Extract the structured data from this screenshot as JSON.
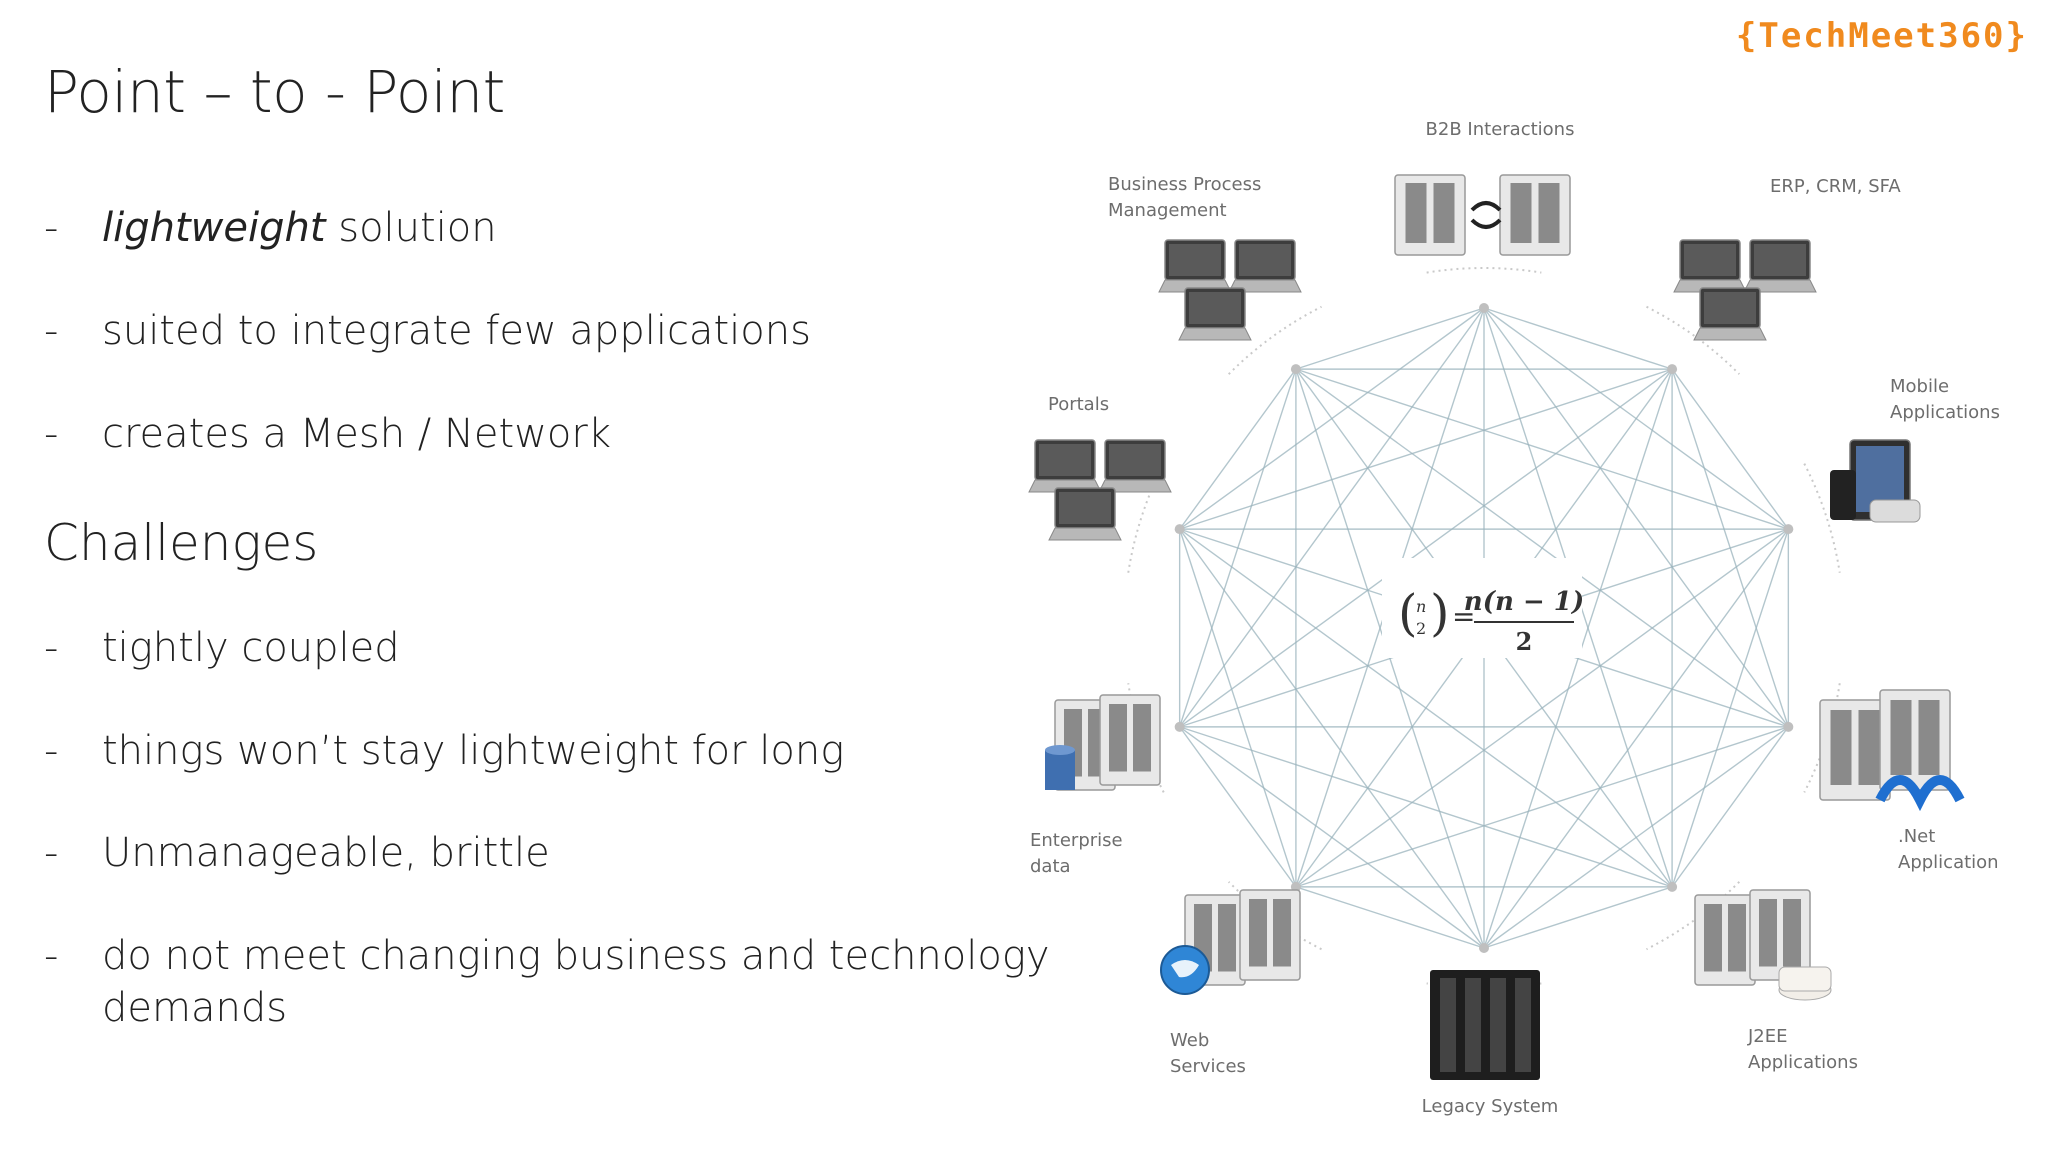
{
  "slide": {
    "title": "Point – to - Point",
    "logo": "{TechMeet360}",
    "intro_bullets": [
      {
        "dash": "-",
        "emphasis": "lightweight",
        "text": " solution"
      },
      {
        "dash": "-",
        "text": "suited to integrate few applications"
      },
      {
        "dash": "-",
        "text": "creates a Mesh / Network"
      }
    ],
    "challenges_heading": "Challenges",
    "challenge_bullets": [
      {
        "dash": "-",
        "text": "tightly coupled"
      },
      {
        "dash": "-",
        "text": "things won’t stay lightweight for long"
      },
      {
        "dash": "-",
        "text": "Unmanageable, brittle"
      },
      {
        "dash": "-",
        "text": "do not meet changing business and technology",
        "text2": "demands"
      }
    ]
  },
  "diagram": {
    "nodes": [
      {
        "id": "b2b",
        "lines": [
          "B2B Interactions"
        ],
        "icon": "server-sync-icon"
      },
      {
        "id": "erp",
        "lines": [
          "ERP, CRM, SFA"
        ],
        "icon": "laptops-icon"
      },
      {
        "id": "mobile",
        "lines": [
          "Mobile",
          "Applications"
        ],
        "icon": "mobile-devices-icon"
      },
      {
        "id": "net",
        "lines": [
          ".Net",
          "Application"
        ],
        "icon": "dotnet-server-icon"
      },
      {
        "id": "j2ee",
        "lines": [
          "J2EE",
          "Applications"
        ],
        "icon": "java-server-icon"
      },
      {
        "id": "legacy",
        "lines": [
          "Legacy System"
        ],
        "icon": "mainframe-icon"
      },
      {
        "id": "web",
        "lines": [
          "Web",
          "Services"
        ],
        "icon": "globe-server-icon"
      },
      {
        "id": "enterprise",
        "lines": [
          "Enterprise",
          "data"
        ],
        "icon": "database-server-icon"
      },
      {
        "id": "portals",
        "lines": [
          "Portals"
        ],
        "icon": "laptops-icon"
      },
      {
        "id": "bpm",
        "lines": [
          "Business Process",
          "Management"
        ],
        "icon": "laptops-icon"
      }
    ],
    "formula": {
      "binom_top": "n",
      "binom_bottom": "2",
      "equals": "=",
      "numerator": "n(n − 1)",
      "denominator": "2"
    },
    "colors": {
      "mesh": "#9ab3bc",
      "label": "#6d6d6d",
      "logo": "#f08a1e"
    }
  }
}
